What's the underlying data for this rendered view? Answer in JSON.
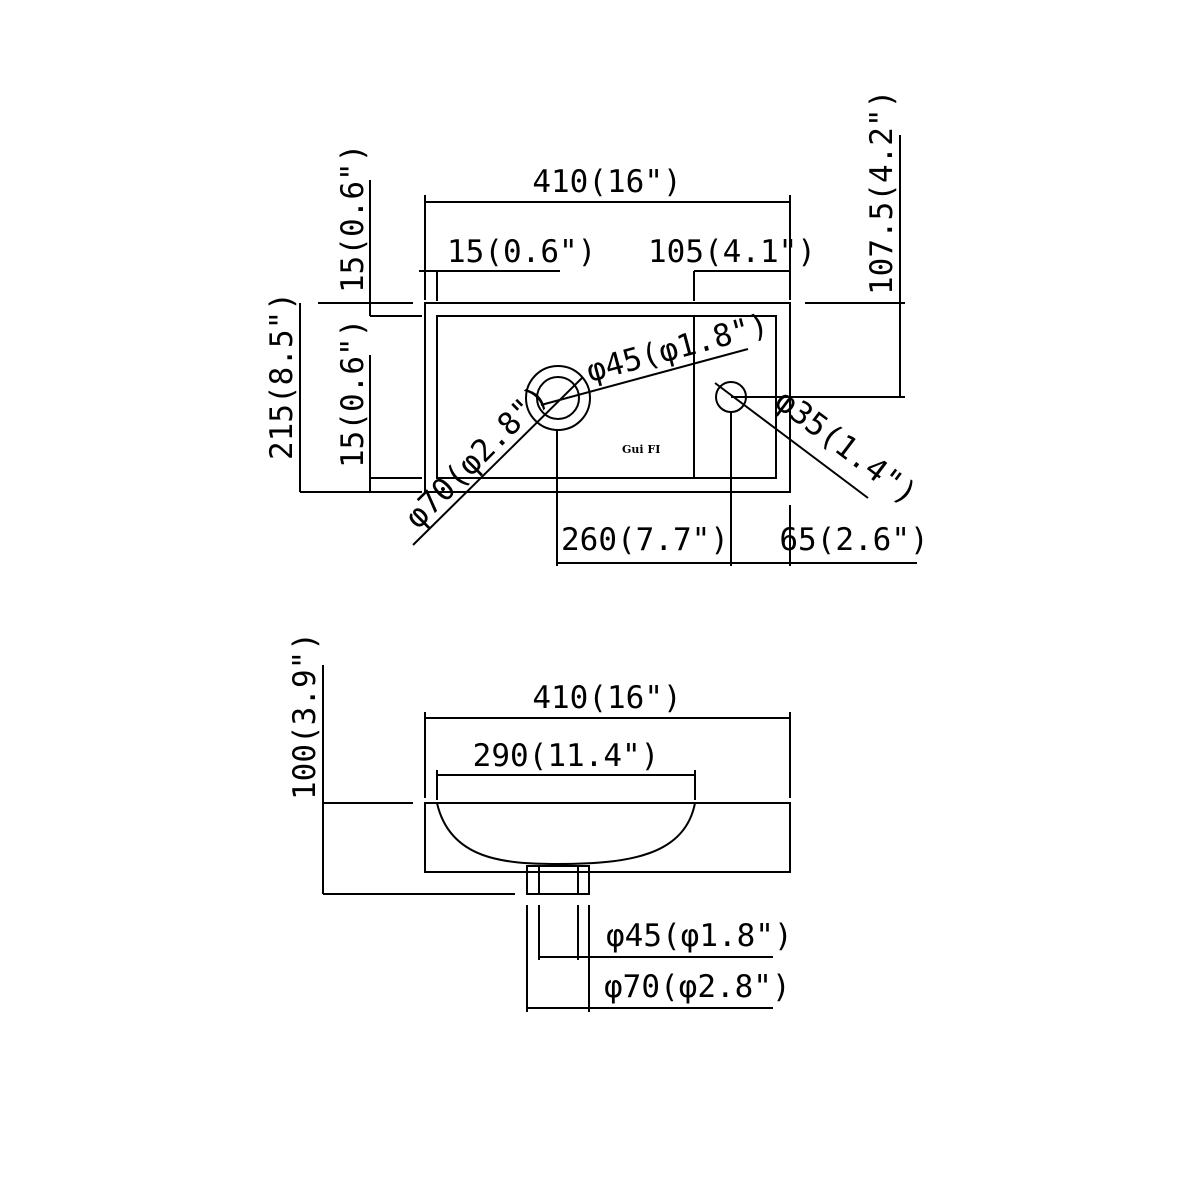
{
  "top_view": {
    "overall_width": "410(16\")",
    "rim_left": "15(0.6\")",
    "deck_width": "105(4.1\")",
    "rim_top": "15(0.6\")",
    "rim_bottom": "15(0.6\")",
    "overall_depth": "215(8.5\")",
    "tap_offset": "107.5(4.2\")",
    "drain_inner": "φ45(φ1.8\")",
    "drain_outer": "φ70(φ2.8\")",
    "tap_hole": "φ35(1.4\")",
    "drain_to_tap": "260(7.7\")",
    "tap_to_edge": "65(2.6\")",
    "logo_text": "Gui FI"
  },
  "side_view": {
    "overall_width": "410(16\")",
    "bowl_width": "290(11.4\")",
    "height": "100(3.9\")",
    "drain_inner": "φ45(φ1.8\")",
    "drain_outer": "φ70(φ2.8\")"
  }
}
